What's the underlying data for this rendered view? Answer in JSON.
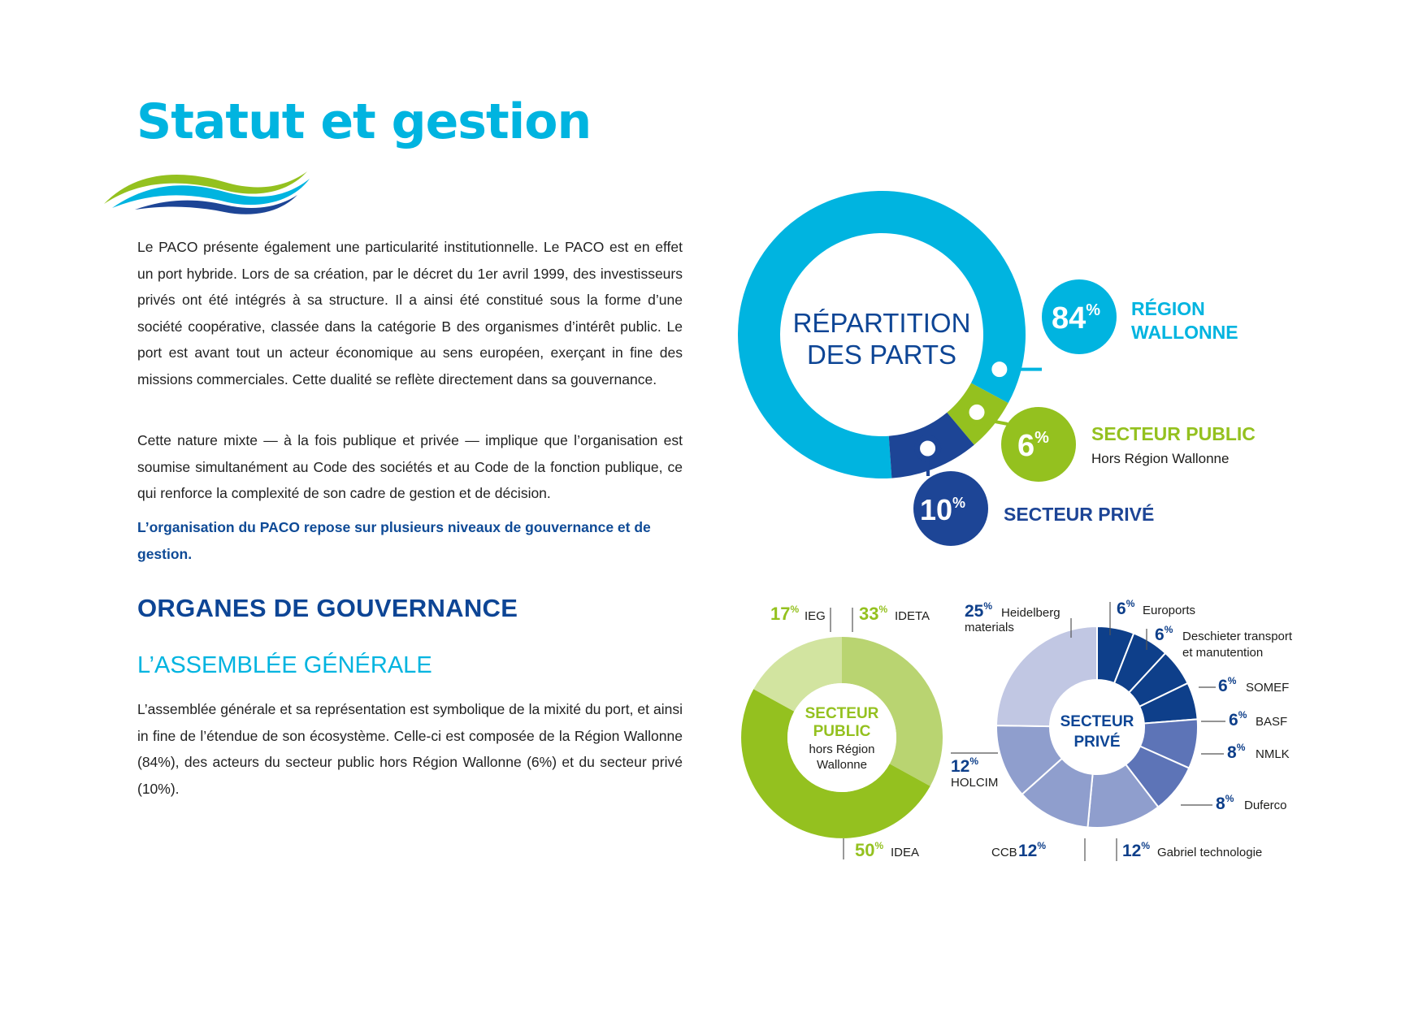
{
  "page": {
    "title": "Statut et gestion",
    "paragraphs": [
      "Le PACO présente également une particularité institutionnelle. Le PACO est en effet un port hybride. Lors de sa création, par le décret du 1er avril 1999, des investisseurs privés ont été intégrés à sa structure. Il a ainsi été constitué sous la forme d’une société coopérative, classée dans la catégorie B des organismes d’intérêt public. Le port est avant tout un acteur économique au sens européen, exerçant in fine des missions commerciales. Cette dualité se reflète directement dans sa gouvernance.",
      "Cette nature mixte — à la fois publique et privée — implique que l’organisation est soumise simultanément au Code des sociétés et au Code de la fonction publique, ce qui renforce la complexité de son cadre de gestion et de décision.",
      "L’organisation du PACO repose sur plusieurs niveaux de gouvernance et de gestion."
    ],
    "section_heading": "ORGANES DE GOUVERNANCE",
    "subsection_heading": "L’ASSEMBLÉE GÉNÉRALE",
    "subsection_paragraph": "L’assemblée générale et sa représentation est symbolique de la mixité du port, et ainsi in fine de l’étendue de son écosystème. Celle-ci est composée de la Région Wallonne (84%), des acteurs du secteur public hors Région Wallonne (6%) et du secteur privé (10%)."
  },
  "colors": {
    "cyan": "#00b4e0",
    "navy": "#1d4596",
    "green": "#94c11f",
    "heading_blue": "#0d4595"
  },
  "chart_data": [
    {
      "type": "pie",
      "title_lines": [
        "RÉPARTITION",
        "DES PARTS"
      ],
      "percent_sign": "%",
      "slices": [
        {
          "label": "RÉGION WALLONNE",
          "label_lines": [
            "RÉGION",
            "WALLONNE"
          ],
          "value": 84,
          "sublabel": "",
          "color": "#00b4e0"
        },
        {
          "label": "SECTEUR PUBLIC",
          "label_lines": [
            "SECTEUR PUBLIC"
          ],
          "value": 6,
          "sublabel": "Hors Région Wallonne",
          "color": "#94c11f"
        },
        {
          "label": "SECTEUR PRIVÉ",
          "label_lines": [
            "SECTEUR PRIVÉ"
          ],
          "value": 10,
          "sublabel": "",
          "color": "#1d4596"
        }
      ]
    },
    {
      "type": "pie",
      "title_lines": [
        "SECTEUR",
        "PUBLIC"
      ],
      "subtitle_lines": [
        "hors Région",
        "Wallonne"
      ],
      "slices": [
        {
          "label": "IDETA",
          "value": 33,
          "color": "#b9d471"
        },
        {
          "label": "IDEA",
          "value": 50,
          "color": "#94c11f"
        },
        {
          "label": "IEG",
          "value": 17,
          "color": "#d2e4a0"
        }
      ]
    },
    {
      "type": "pie",
      "title_lines": [
        "SECTEUR",
        "PRIVÉ"
      ],
      "slices": [
        {
          "label": "Euroports",
          "value": 6,
          "color": "#0e3f8a"
        },
        {
          "label": "Deschieter transport et manutention",
          "label_lines": [
            "Deschieter transport",
            "et manutention"
          ],
          "value": 6,
          "color": "#0e3f8a"
        },
        {
          "label": "SOMEF",
          "value": 6,
          "color": "#0e3f8a"
        },
        {
          "label": "BASF",
          "value": 6,
          "color": "#0e3f8a"
        },
        {
          "label": "NMLK",
          "value": 8,
          "color": "#5d74b7"
        },
        {
          "label": "Duferco",
          "value": 8,
          "color": "#5d74b7"
        },
        {
          "label": "Gabriel technologie",
          "value": 12,
          "color": "#8f9ecd"
        },
        {
          "label": "CCB",
          "value": 12,
          "color": "#8f9ecd"
        },
        {
          "label": "HOLCIM",
          "value": 12,
          "color": "#8f9ecd"
        },
        {
          "label": "Heidelberg materials",
          "label_lines": [
            "Heidelberg",
            "materials"
          ],
          "value": 25,
          "color": "#c1c7e3"
        }
      ]
    }
  ]
}
